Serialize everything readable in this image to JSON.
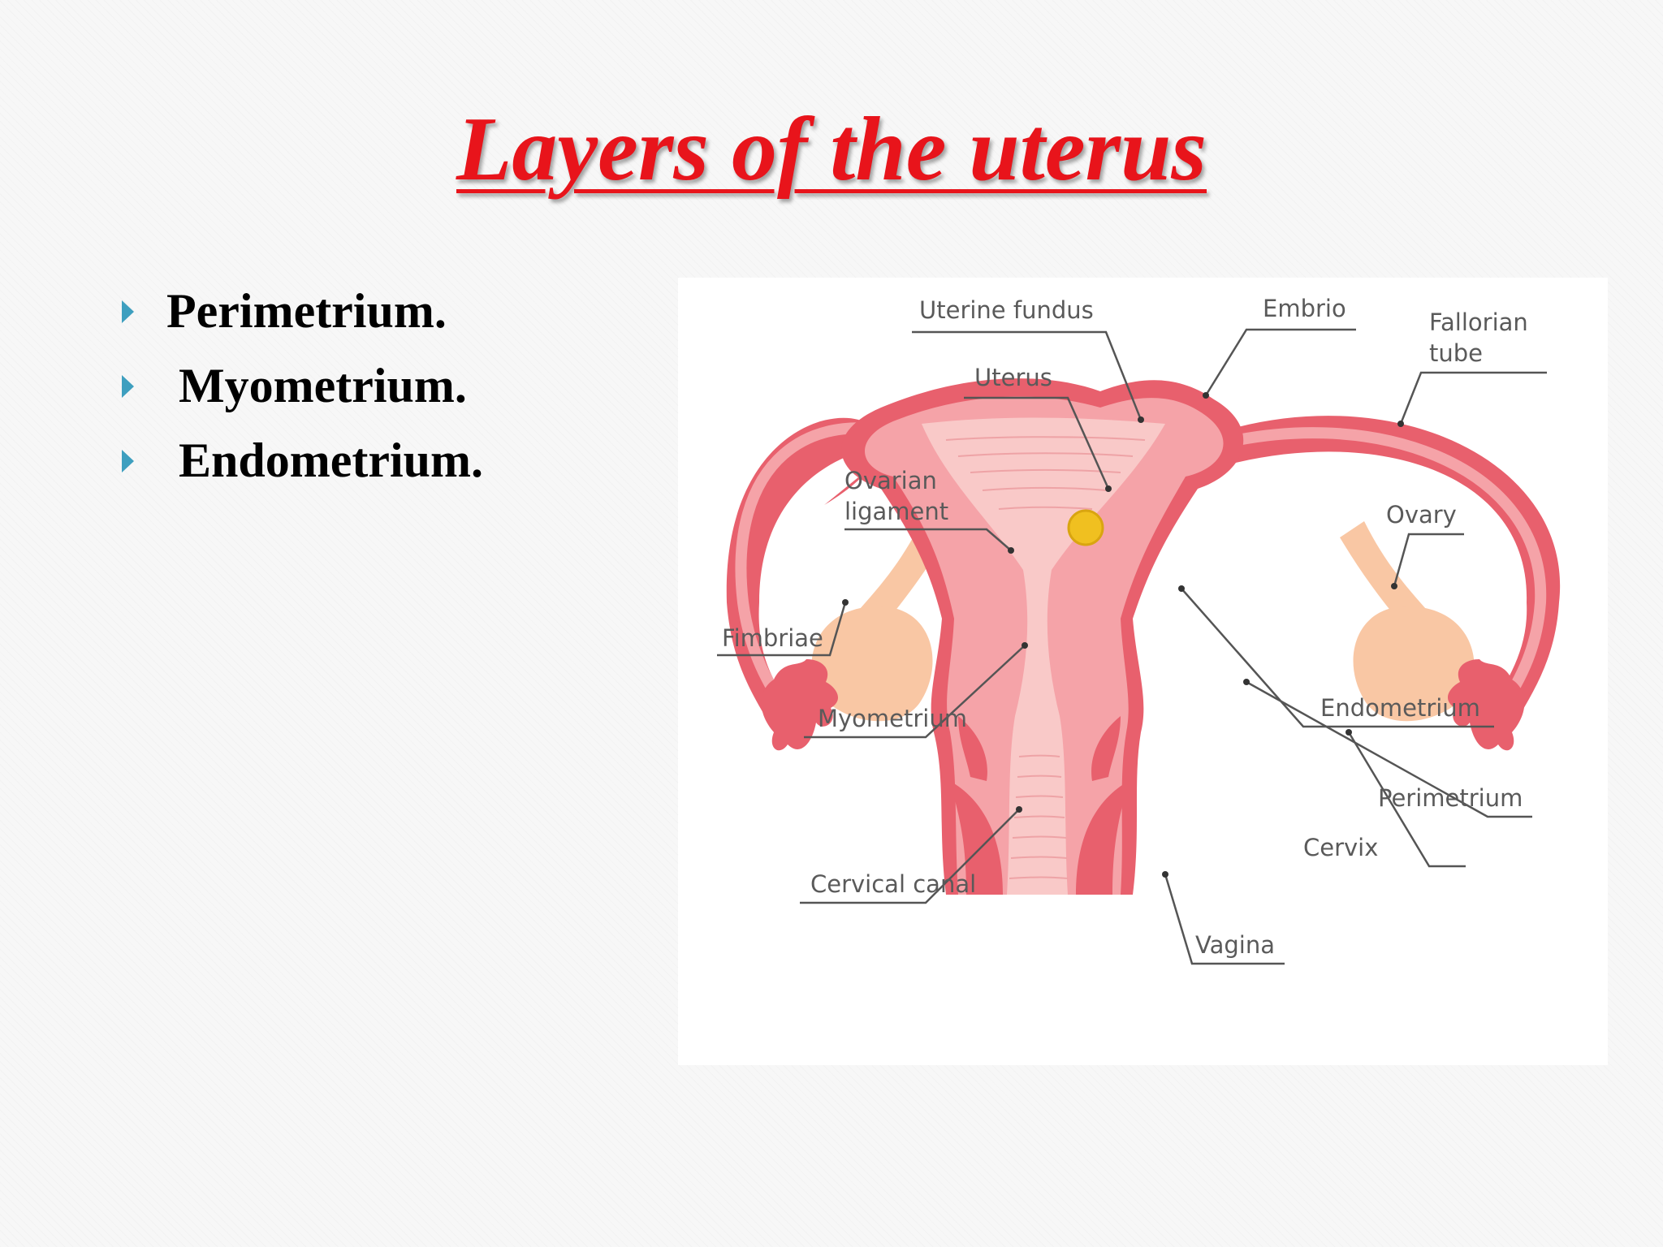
{
  "title": "Layers of the uterus",
  "bullets": [
    {
      "label": "Perimetrium."
    },
    {
      "label": " Myometrium."
    },
    {
      "label": " Endometrium."
    }
  ],
  "diagram": {
    "labels": {
      "uterine_fundus": "Uterine fundus",
      "embrio": "Embrio",
      "fallorian_tube_1": "Fallorian",
      "fallorian_tube_2": "tube",
      "uterus": "Uterus",
      "ovarian_ligament_1": "Ovarian",
      "ovarian_ligament_2": "ligament",
      "ovary": "Ovary",
      "fimbriae": "Fimbriae",
      "myometrium": "Myometrium",
      "endometrium": "Endometrium",
      "perimetrium": "Perimetrium",
      "cervix": "Cervix",
      "cervical_canal": "Cervical canal",
      "vagina": "Vagina"
    }
  },
  "colors": {
    "title": "#e8141b",
    "bullet_arrow": "#3e9fbf",
    "perimetrium": "#e8606d",
    "myometrium": "#f5a3a8",
    "endometrium": "#f9c9c8",
    "ovary": "#f9c7a4",
    "embryo": "#f0c020",
    "label_text": "#5a5a5a"
  }
}
